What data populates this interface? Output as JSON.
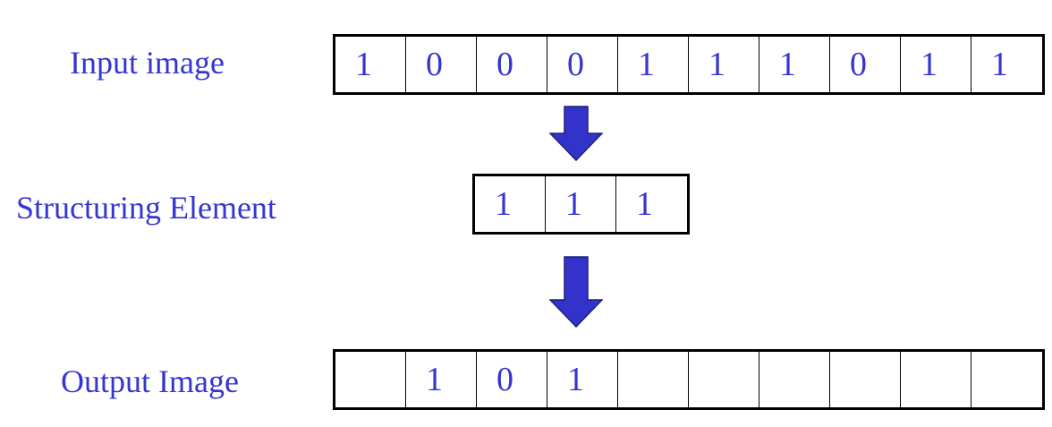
{
  "colors": {
    "text": "#3535d0",
    "arrow": "#3333cc",
    "arrow_outline": "#1f1f7a",
    "border": "#000000"
  },
  "labels": {
    "input": "Input image",
    "structuring": "Structuring Element",
    "output": "Output Image"
  },
  "input_image": [
    "1",
    "0",
    "0",
    "0",
    "1",
    "1",
    "1",
    "0",
    "1",
    "1"
  ],
  "structuring_element": [
    "1",
    "1",
    "1"
  ],
  "output_image": [
    "",
    "1",
    "0",
    "1",
    "",
    "",
    "",
    "",
    "",
    ""
  ],
  "icons": [
    "down-arrow-icon",
    "down-arrow-icon"
  ]
}
